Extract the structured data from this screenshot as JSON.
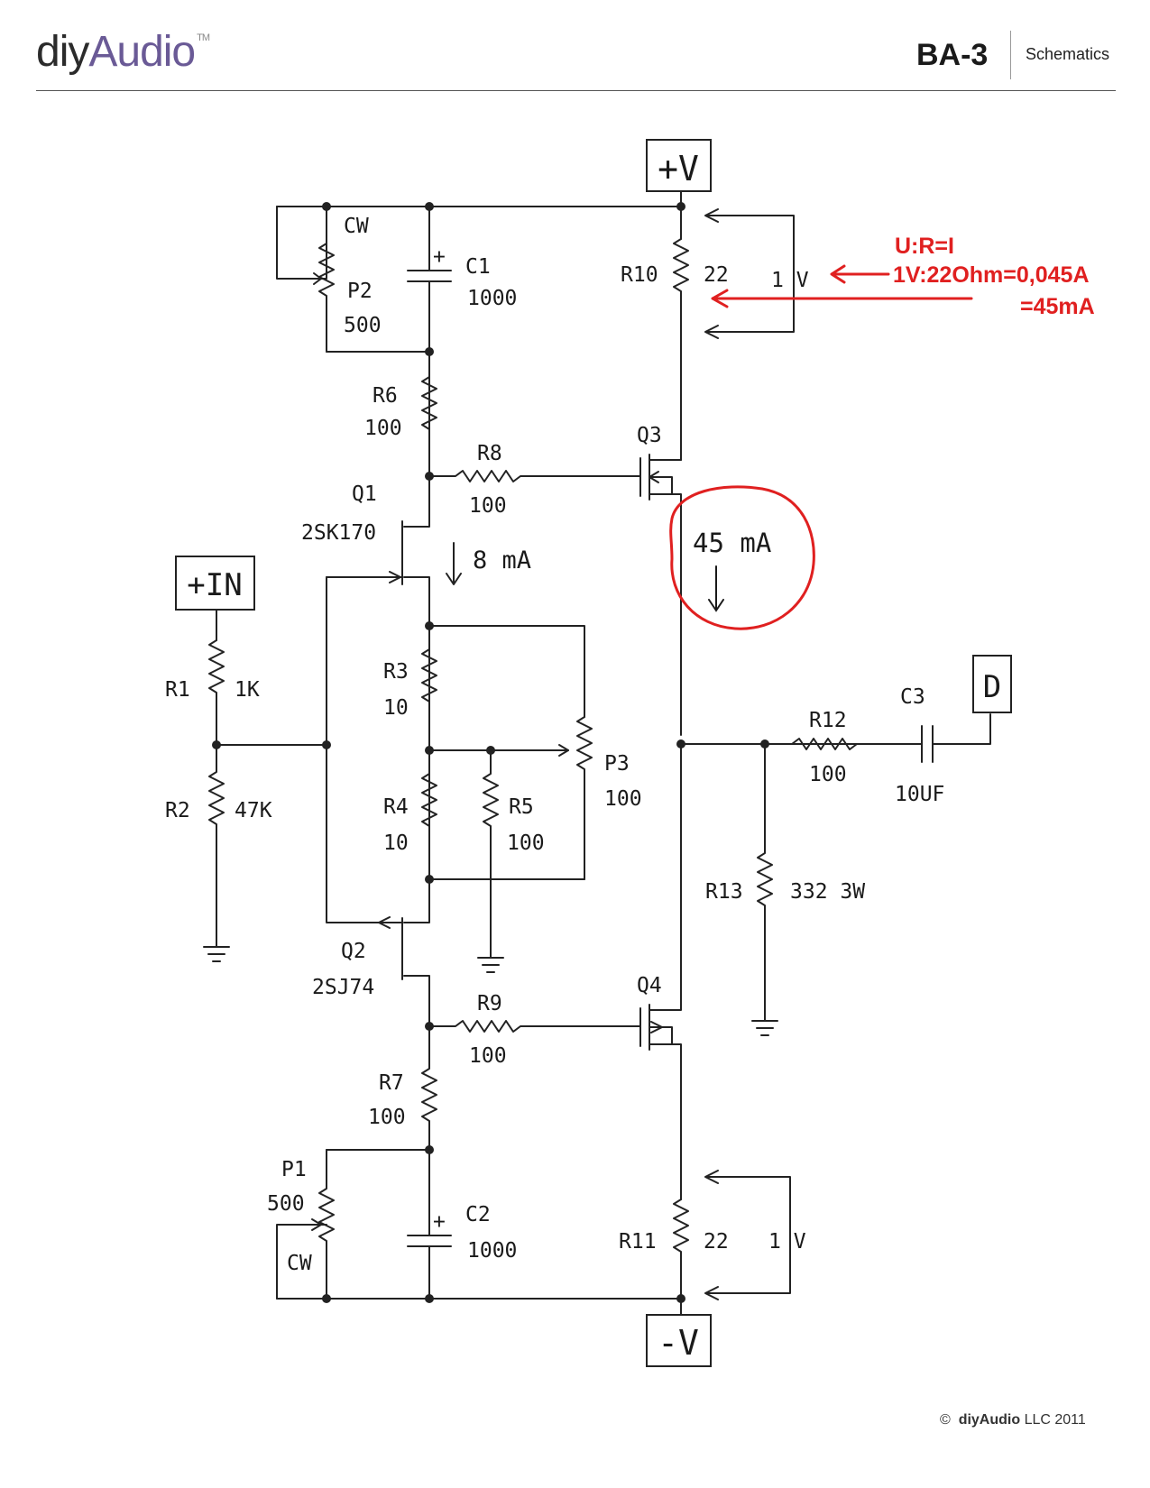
{
  "header": {
    "logo_diy": "diy",
    "logo_audio": "Audio",
    "logo_tm": "TM",
    "doc_title": "BA-3",
    "doc_category": "Schematics"
  },
  "terminals": {
    "vplus": "+V",
    "vminus": "-V",
    "input": "+IN",
    "output": "D"
  },
  "components": {
    "P2": {
      "name": "P2",
      "value": "500",
      "cw": "CW"
    },
    "C1": {
      "name": "C1",
      "value": "1000",
      "polarity": "+"
    },
    "R10": {
      "name": "R10",
      "value": "22"
    },
    "R6": {
      "name": "R6",
      "value": "100"
    },
    "R8": {
      "name": "R8",
      "value": "100"
    },
    "Q3": {
      "name": "Q3"
    },
    "Q1": {
      "name": "Q1",
      "part": "2SK170"
    },
    "R1": {
      "name": "R1",
      "value": "1K"
    },
    "R2": {
      "name": "R2",
      "value": "47K"
    },
    "R3": {
      "name": "R3",
      "value": "10"
    },
    "R4": {
      "name": "R4",
      "value": "10"
    },
    "R5": {
      "name": "R5",
      "value": "100"
    },
    "P3": {
      "name": "P3",
      "value": "100"
    },
    "C3": {
      "name": "C3",
      "value": "10UF"
    },
    "R12": {
      "name": "R12",
      "value": "100"
    },
    "R13": {
      "name": "R13",
      "value": "332 3W"
    },
    "Q2": {
      "name": "Q2",
      "part": "2SJ74"
    },
    "Q4": {
      "name": "Q4"
    },
    "R9": {
      "name": "R9",
      "value": "100"
    },
    "R7": {
      "name": "R7",
      "value": "100"
    },
    "P1": {
      "name": "P1",
      "value": "500",
      "cw": "CW"
    },
    "C2": {
      "name": "C2",
      "value": "1000",
      "polarity": "+"
    },
    "R11": {
      "name": "R11",
      "value": "22"
    }
  },
  "measurements": {
    "q1_current": "8 mA",
    "r10_voltage": "1 V",
    "r11_voltage": "1 V"
  },
  "annotations": {
    "ohms_law": "U:R=I",
    "calc": "1V:22Ohm=0,045A",
    "result": "=45mA",
    "circled_current": "45 mA",
    "color": "#e02020"
  },
  "footer": {
    "copyright": "©",
    "brand": "diyAudio",
    "text": "LLC 2011"
  }
}
